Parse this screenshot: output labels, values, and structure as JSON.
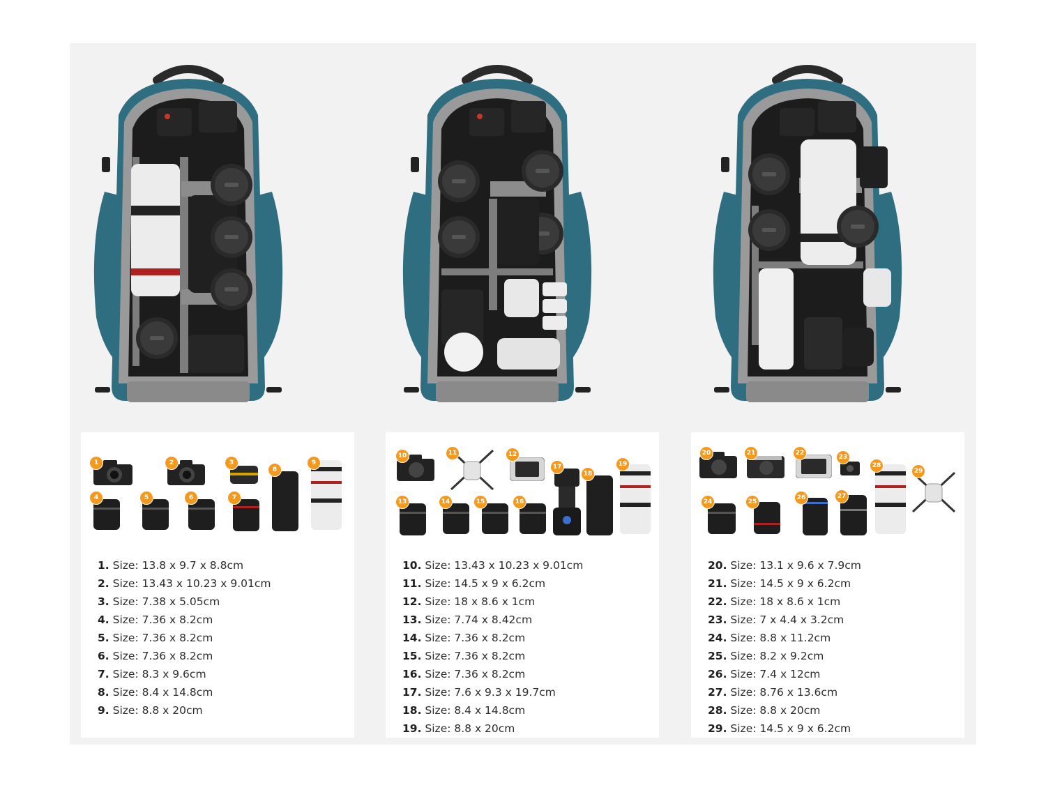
{
  "panels": [
    {
      "specs": [
        {
          "num": "1.",
          "text": "Size: 13.8 x 9.7 x 8.8cm"
        },
        {
          "num": "2.",
          "text": "Size: 13.43 x 10.23 x 9.01cm"
        },
        {
          "num": "3.",
          "text": "Size: 7.38 x 5.05cm"
        },
        {
          "num": "4.",
          "text": "Size: 7.36 x 8.2cm"
        },
        {
          "num": "5.",
          "text": "Size: 7.36 x 8.2cm"
        },
        {
          "num": "6.",
          "text": "Size: 7.36 x 8.2cm"
        },
        {
          "num": "7.",
          "text": "Size: 8.3 x 9.6cm"
        },
        {
          "num": "8.",
          "text": "Size: 8.4 x 14.8cm"
        },
        {
          "num": "9.",
          "text": "Size: 8.8 x 20cm"
        }
      ],
      "badges": [
        "1",
        "2",
        "3",
        "4",
        "5",
        "6",
        "7",
        "8",
        "9"
      ]
    },
    {
      "specs": [
        {
          "num": "10.",
          "text": "Size: 13.43 x 10.23 x 9.01cm"
        },
        {
          "num": "11.",
          "text": "Size: 14.5 x 9 x 6.2cm"
        },
        {
          "num": "12.",
          "text": "Size: 18 x 8.6 x 1cm"
        },
        {
          "num": "13.",
          "text": "Size: 7.74 x 8.42cm"
        },
        {
          "num": "14.",
          "text": "Size: 7.36 x 8.2cm"
        },
        {
          "num": "15.",
          "text": "Size: 7.36 x 8.2cm"
        },
        {
          "num": "16.",
          "text": "Size: 7.36 x 8.2cm"
        },
        {
          "num": "17.",
          "text": "Size: 7.6 x 9.3 x 19.7cm"
        },
        {
          "num": "18.",
          "text": "Size: 8.4 x 14.8cm"
        },
        {
          "num": "19.",
          "text": "Size: 8.8 x 20cm"
        }
      ],
      "badges": [
        "10",
        "11",
        "12",
        "13",
        "14",
        "15",
        "16",
        "17",
        "18",
        "19"
      ]
    },
    {
      "specs": [
        {
          "num": "20.",
          "text": "Size: 13.1 x 9.6 x 7.9cm"
        },
        {
          "num": "21.",
          "text": "Size: 14.5 x 9 x 6.2cm"
        },
        {
          "num": "22.",
          "text": "Size: 18 x 8.6 x 1cm"
        },
        {
          "num": "23.",
          "text": "Size: 7 x 4.4 x 3.2cm"
        },
        {
          "num": "24.",
          "text": "Size: 8.8 x 11.2cm"
        },
        {
          "num": "25.",
          "text": "Size: 8.2 x 9.2cm"
        },
        {
          "num": "26.",
          "text": "Size: 7.4 x 12cm"
        },
        {
          "num": "27.",
          "text": "Size: 8.76 x 13.6cm"
        },
        {
          "num": "28.",
          "text": "Size: 8.8 x 20cm"
        },
        {
          "num": "29.",
          "text": "Size: 14.5 x 9 x 6.2cm"
        }
      ],
      "badges": [
        "20",
        "21",
        "22",
        "23",
        "24",
        "25",
        "26",
        "27",
        "28",
        "29"
      ]
    }
  ],
  "colors": {
    "bag_teal": "#2f6e80",
    "bag_interior": "#9a9a9a",
    "badge_orange": "#f39a1e"
  },
  "icons": [
    "camera-body-icon",
    "lens-icon",
    "telephoto-lens-icon",
    "drone-icon",
    "remote-controller-icon",
    "flash-icon",
    "action-camera-icon"
  ]
}
